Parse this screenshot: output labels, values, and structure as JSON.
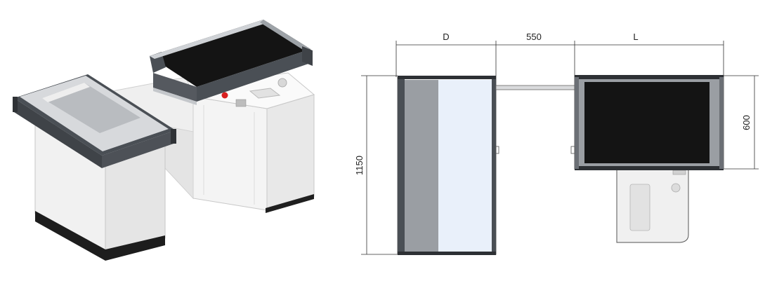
{
  "dimensions": {
    "depth_label": "D",
    "gap_label": "550",
    "length_label": "L",
    "height_label": "1150",
    "width_label": "600"
  },
  "colors": {
    "frame": "#4a4f55",
    "belt": "#141414",
    "panel_gray": "#9a9ea3",
    "panel_light": "#e9f0fa",
    "body_white": "#f2f2f2",
    "indicator_red": "#d92020"
  }
}
